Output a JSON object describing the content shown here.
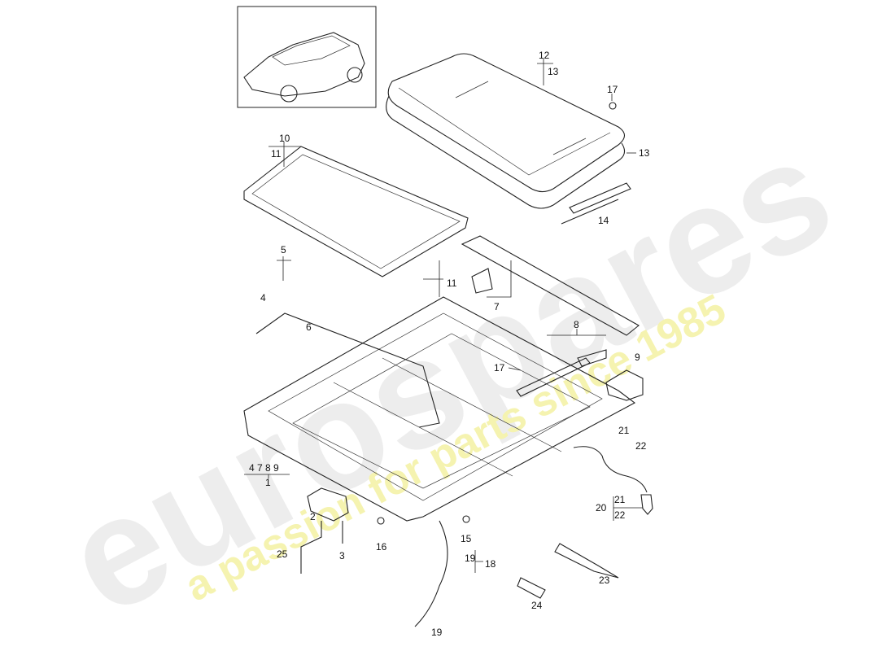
{
  "diagram": {
    "callouts": [
      "12",
      "13",
      "17",
      "13",
      "14",
      "10",
      "11",
      "5",
      "4",
      "6",
      "11",
      "7",
      "8",
      "17",
      "9",
      "21",
      "22",
      "20",
      "21",
      "22",
      "4 7 8 9",
      "1",
      "2",
      "25",
      "3",
      "16",
      "15",
      "19",
      "18",
      "23",
      "24",
      "19"
    ]
  },
  "watermark": {
    "brand": "eurospares",
    "tagline": "a passion for parts since 1985",
    "colors": {
      "brand": "#e6e6e6",
      "tagline": "#f3f1a0"
    }
  }
}
